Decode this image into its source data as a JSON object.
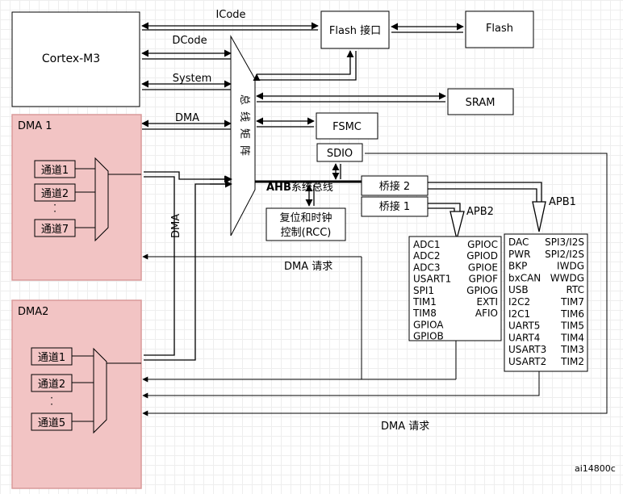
{
  "cpu": {
    "label": "Cortex-M3"
  },
  "buses": {
    "icode": "ICode",
    "dcode": "DCode",
    "system": "System",
    "dma": "DMA",
    "dma_vertical": "DMA"
  },
  "flash_if": {
    "label": "Flash 接口"
  },
  "flash": {
    "label": "Flash"
  },
  "sram": {
    "label": "SRAM"
  },
  "fsmc": {
    "label": "FSMC"
  },
  "sdio": {
    "label": "SDIO"
  },
  "bus_matrix": {
    "label": "总线矩阵"
  },
  "ahb": {
    "prefix": "AHB",
    "suffix": "系统总线"
  },
  "bridge2": {
    "label": "桥接 2"
  },
  "bridge1": {
    "label": "桥接 1"
  },
  "apb1": {
    "label": "APB1"
  },
  "apb2": {
    "label": "APB2"
  },
  "rcc": {
    "line1": "复位和时钟",
    "line2": "控制(RCC)"
  },
  "dma1": {
    "title": "DMA 1",
    "channels": [
      "通道1",
      "通道2",
      "通道7"
    ],
    "dots": "·"
  },
  "dma2": {
    "title": "DMA2",
    "channels": [
      "通道1",
      "通道2",
      "通道5"
    ],
    "dots": "·"
  },
  "apb2_periph": {
    "left": [
      "ADC1",
      "ADC2",
      "ADC3",
      "USART1",
      "SPI1",
      "TIM1",
      "TIM8",
      "GPIOA",
      "GPIOB"
    ],
    "right": [
      "GPIOC",
      "GPIOD",
      "GPIOE",
      "GPIOF",
      "GPIOG",
      "EXTI",
      "AFIO"
    ]
  },
  "apb1_periph": {
    "left": [
      "DAC",
      "PWR",
      "BKP",
      "bxCAN",
      "USB",
      "I2C2",
      "I2C1",
      "UART5",
      "UART4",
      "USART3",
      "USART2"
    ],
    "right": [
      "SPI3/I2S",
      "SPI2/I2S",
      "IWDG",
      "WWDG",
      "RTC",
      "TIM7",
      "TIM6",
      "TIM5",
      "TIM4",
      "TIM3",
      "TIM2"
    ]
  },
  "dma_request_1": "DMA 请求",
  "dma_request_2": "DMA 请求",
  "footnote": "ai14800c",
  "colors": {
    "dma_fill": "#f2c4c4",
    "dma_border": "#d99a9a",
    "line": "#000000"
  }
}
